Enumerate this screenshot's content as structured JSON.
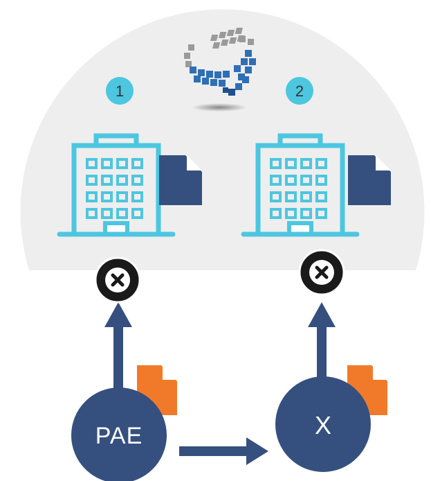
{
  "badges": {
    "left": "1",
    "right": "2"
  },
  "nodes": {
    "left": "PAE",
    "right": "X"
  },
  "colors": {
    "dome": "#eeeeee",
    "teal": "#4dc6e0",
    "navy": "#35507f",
    "orange": "#f17a2a",
    "black": "#1a1a1a",
    "white": "#ffffff"
  },
  "icons": {
    "logo": "cube-ribbon-logo-icon",
    "building": "office-building-icon",
    "document": "document-icon",
    "blocked": "x-circle-icon"
  }
}
